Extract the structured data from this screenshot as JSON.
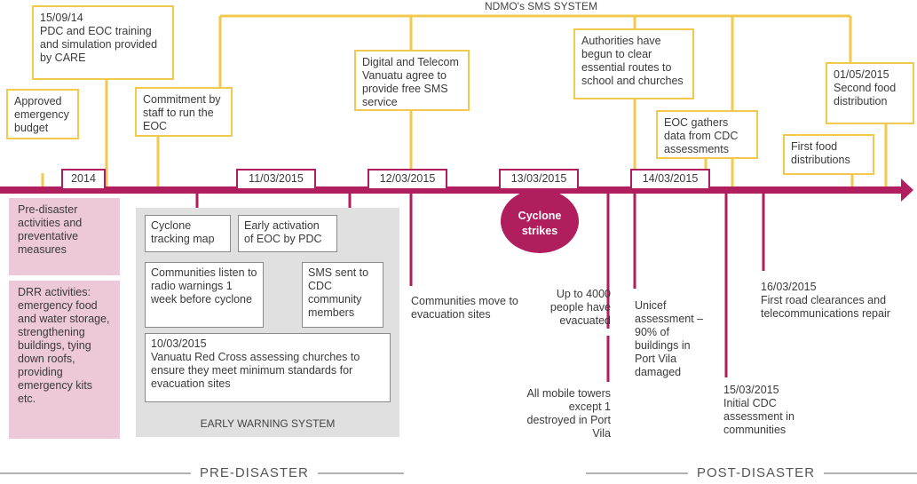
{
  "sms_system_label": "NDMO's SMS SYSTEM",
  "colors": {
    "timeline": "#b11e5e",
    "sms": "#f2c94c",
    "pre_disaster_box": "#ecc8d8",
    "early_warning_bg": "#e0e0e0"
  },
  "dates": [
    "2014",
    "11/03/2015",
    "12/03/2015",
    "13/03/2015",
    "14/03/2015"
  ],
  "yellow_boxes": {
    "pdc_training": "15/09/14\nPDC and EOC training and simulation provided by CARE",
    "approved_budget": "Approved emergency budget",
    "commitment": "Commitment by staff to run the EOC",
    "digital_telecom": "Digital and Telecom Vanuatu agree to provide free SMS service",
    "authorities": "Authorities have begun to clear essential routes to school and churches",
    "eoc_gathers": "EOC gathers data from CDC assessments",
    "first_food": "First food distributions",
    "second_food": "01/05/2015\nSecond food distribution"
  },
  "pre_disaster": {
    "activities": "Pre-disaster activities and preventative measures",
    "drr": "DRR activities:\nemergency food and water storage, strengthening buildings, tying down roofs, providing emergency kits etc."
  },
  "early_warning": {
    "label": "EARLY WARNING SYSTEM",
    "cyclone_map": "Cyclone tracking map",
    "early_activation": "Early activation of EOC by PDC",
    "radio": "Communities listen to radio warnings 1 week before cyclone",
    "sms_sent": "SMS sent to CDC community members",
    "red_cross": "10/03/2015\nVanuatu Red Cross assessing churches to ensure they meet minimum standards for evacuation sites"
  },
  "cyclone": "Cyclone strikes",
  "events": {
    "evacuation": "Communities move to evacuation sites",
    "evacuated": "Up to 4000 people have evacuated",
    "towers": "All mobile towers except 1 destroyed in Port Vila",
    "unicef": "Unicef assessment – 90% of buildings in Port Vila damaged",
    "cdc_assessment": "15/03/2015\nInitial CDC assessment in communities",
    "road_clearances": "16/03/2015\nFirst road clearances and telecommunications repair"
  },
  "phases": {
    "pre": "PRE-DISASTER",
    "post": "POST-DISASTER"
  }
}
